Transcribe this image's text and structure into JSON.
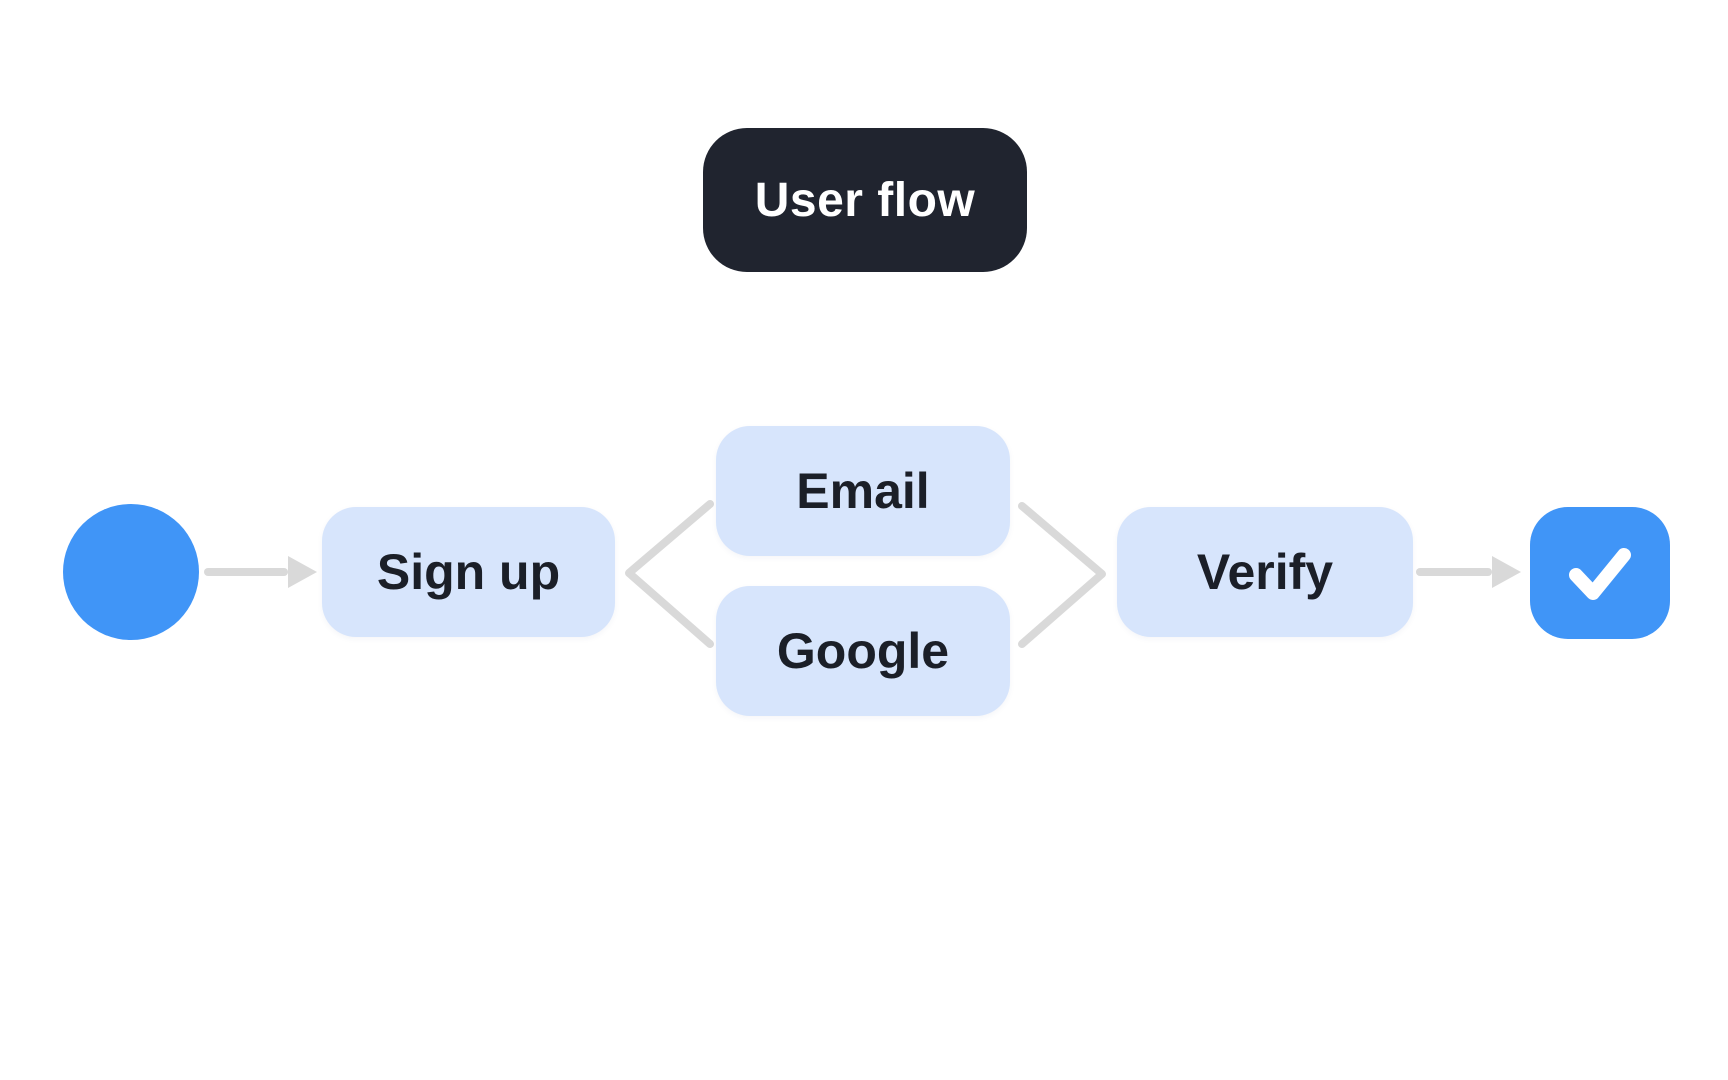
{
  "diagram": {
    "title_badge": {
      "label": "User flow"
    },
    "nodes": {
      "start": {
        "shape": "circle",
        "label": ""
      },
      "signup": {
        "shape": "rounded-rect",
        "label": "Sign up"
      },
      "email": {
        "shape": "rounded-rect",
        "label": "Email"
      },
      "google": {
        "shape": "rounded-rect",
        "label": "Google"
      },
      "verify": {
        "shape": "rounded-rect",
        "label": "Verify"
      },
      "done": {
        "shape": "rounded-square",
        "icon": "checkmark-icon"
      }
    },
    "edges": [
      {
        "from": "start",
        "to": "signup",
        "style": "arrow"
      },
      {
        "from": "signup",
        "to": "email",
        "style": "line"
      },
      {
        "from": "signup",
        "to": "google",
        "style": "line"
      },
      {
        "from": "email",
        "to": "verify",
        "style": "line"
      },
      {
        "from": "google",
        "to": "verify",
        "style": "line"
      },
      {
        "from": "verify",
        "to": "done",
        "style": "arrow"
      }
    ],
    "colors": {
      "background": "#ffffff",
      "accent_blue": "#4095f7",
      "node_fill": "#d7e5fc",
      "badge_bg": "#20242f",
      "badge_text": "#ffffff",
      "label_text": "#1b1f28",
      "connector": "#d9d9d9",
      "check_icon": "#ffffff"
    }
  }
}
